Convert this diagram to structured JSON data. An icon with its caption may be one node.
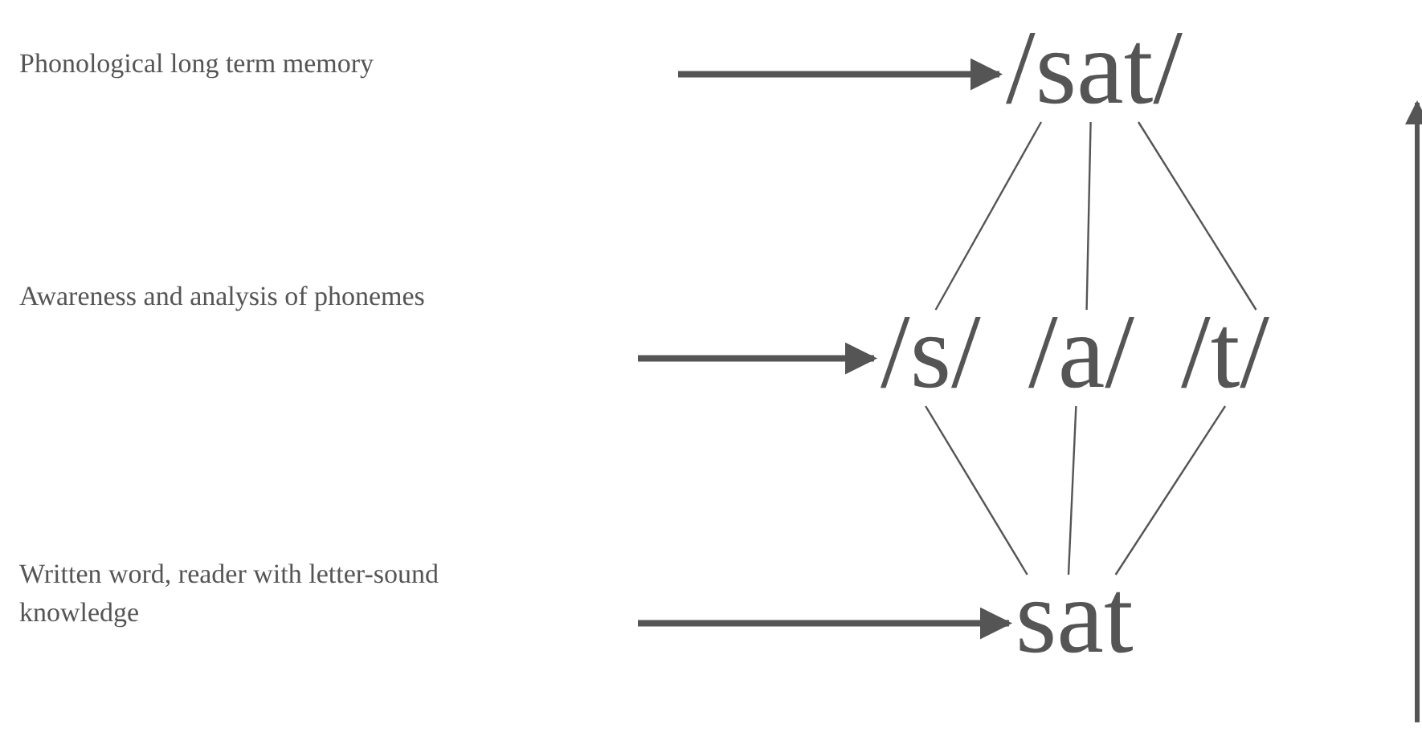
{
  "diagram": {
    "nodes": [
      {
        "text": [
          "Phonological long term memory"
        ]
      },
      {
        "text": [
          "/sat/"
        ]
      },
      {
        "text": [
          "Awareness and analysis of phonemes"
        ]
      },
      {
        "text": [
          "/s/"
        ]
      },
      {
        "text": [
          "/a/"
        ]
      },
      {
        "text": [
          "/t/"
        ]
      },
      {
        "text": [
          "Written word, reader with letter-sound knowledge"
        ]
      },
      {
        "text": [
          "sat"
        ]
      }
    ],
    "edges": [
      {
        "from": null,
        "to": 1,
        "arrow": "to",
        "style": "thick"
      },
      {
        "from": 1,
        "to": 3,
        "arrow": "none"
      },
      {
        "from": 1,
        "to": 4,
        "arrow": "none"
      },
      {
        "from": 1,
        "to": 5,
        "arrow": "none"
      },
      {
        "from": null,
        "to": 3,
        "arrow": "to",
        "style": "thick"
      },
      {
        "from": 3,
        "to": 7,
        "arrow": "none"
      },
      {
        "from": 4,
        "to": 7,
        "arrow": "none"
      },
      {
        "from": 5,
        "to": 7,
        "arrow": "none"
      },
      {
        "from": null,
        "to": 7,
        "arrow": "to",
        "style": "thick"
      }
    ]
  }
}
